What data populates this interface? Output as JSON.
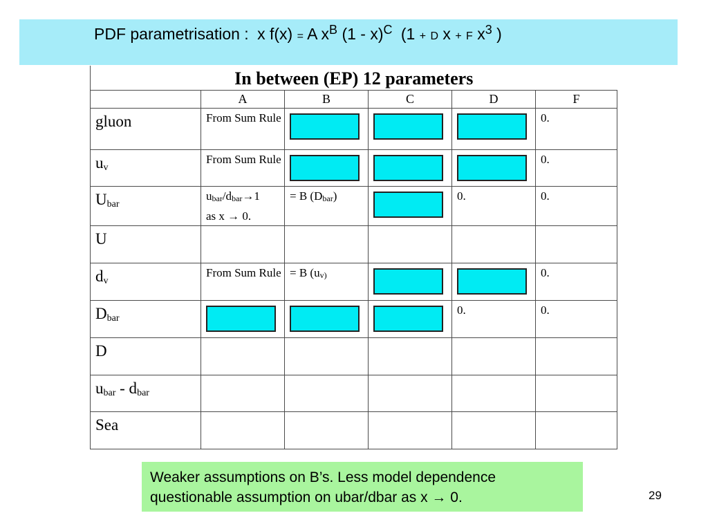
{
  "title": {
    "prefix": "PDF parametrisation :",
    "x": "x",
    "fx": "f(x)",
    "eq": "=",
    "a": "A",
    "x1": "x",
    "exp_b": "B",
    "factor": "(1 - x)",
    "exp_c": "C",
    "open": "(1",
    "plus1": "+",
    "d": "D",
    "x2": "x",
    "plus2": "+",
    "f": "F",
    "x3": "x",
    "exp_3": "3",
    "close": ")"
  },
  "table": {
    "caption": "In between (EP)  12 parameters",
    "headers": [
      "A",
      "B",
      "C",
      "D",
      "F"
    ],
    "rows": {
      "gluon": {
        "label": "gluon",
        "a": "From Sum Rule",
        "f": "0."
      },
      "uv": {
        "label_main": "u",
        "label_sub": "v",
        "a": "From Sum Rule",
        "f": "0."
      },
      "ubar": {
        "label_main": "U",
        "label_sub": "bar",
        "a_u": "u",
        "a_bar1": "bar",
        "a_slash": "/d",
        "a_bar2": "bar",
        "a_rest": "→1",
        "a_line2": "as x → 0.",
        "b_main": "= B (D",
        "b_sub": "bar",
        "b_close": ")",
        "d": "0.",
        "f": "0."
      },
      "U": {
        "label": "U"
      },
      "dv": {
        "label_main": "d",
        "label_sub": "v",
        "a": "From Sum Rule",
        "b_main": "= B (u",
        "b_sub": "v)",
        "f": "0."
      },
      "dbar": {
        "label_main": "D",
        "label_sub": "bar",
        "d": "0.",
        "f": "0."
      },
      "D": {
        "label": "D"
      },
      "ubar_dbar": {
        "u": "u",
        "bar1": "bar",
        "minus": " - d",
        "bar2": "bar"
      },
      "sea": {
        "label": "Sea"
      }
    }
  },
  "note": {
    "line1": "Weaker  assumptions on B’s. Less model dependence",
    "line2": "questionable assumption on ubar/dbar as x → 0."
  },
  "page_number": "29",
  "colors": {
    "title_bg": "#a6ecf9",
    "param_box": "#00ebf3",
    "note_bg": "#a9f59e"
  }
}
